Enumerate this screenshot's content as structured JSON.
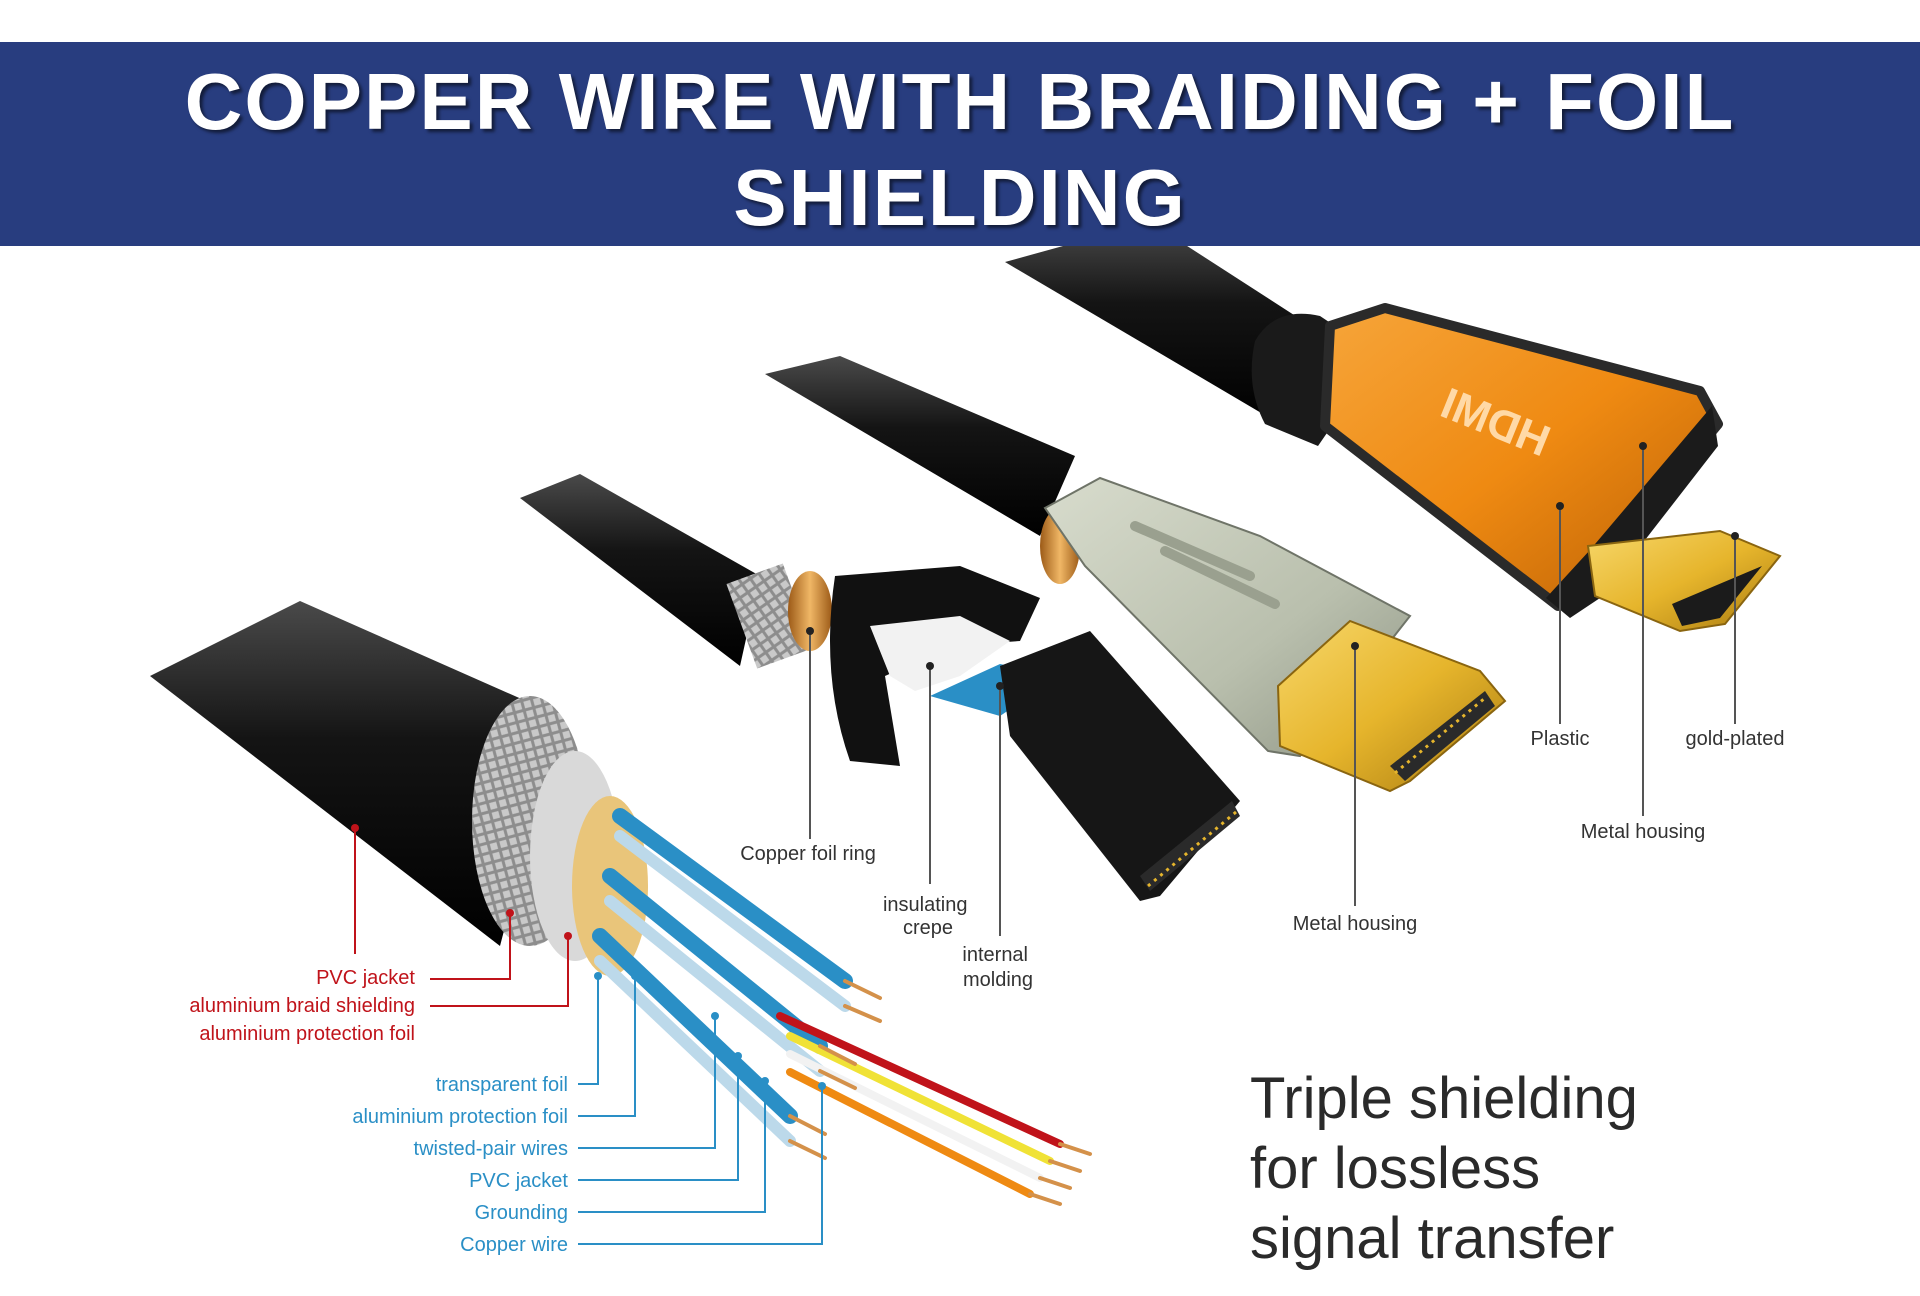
{
  "title": "COPPER WIRE WITH BRAIDING + FOIL SHIELDING",
  "logo_text": "HDMI",
  "tagline": [
    "Triple shielding",
    "for lossless",
    "signal transfer"
  ],
  "labels": {
    "plastic": "Plastic",
    "gold_plated": "gold-plated",
    "metal_housing_orange": "Metal housing",
    "metal_housing_molded": "Metal housing",
    "copper_foil_ring": "Copper foil ring",
    "insulating_crepe": [
      "insulating",
      "crepe"
    ],
    "internal_molding": [
      "internal",
      "molding"
    ]
  },
  "cable_layers_outer": [
    "PVC jacket",
    "aluminium braid shielding",
    "aluminium protection foil"
  ],
  "cable_layers_inner": [
    "transparent foil",
    "aluminium protection foil",
    "twisted-pair wires",
    "PVC jacket",
    "Grounding",
    "Copper wire"
  ],
  "colors": {
    "title_bar": "#283d7f",
    "connector_orange": "#ef8a12",
    "gold": "#e6b52c",
    "label_red": "#c0131a",
    "label_blue": "#2a8fc6"
  }
}
